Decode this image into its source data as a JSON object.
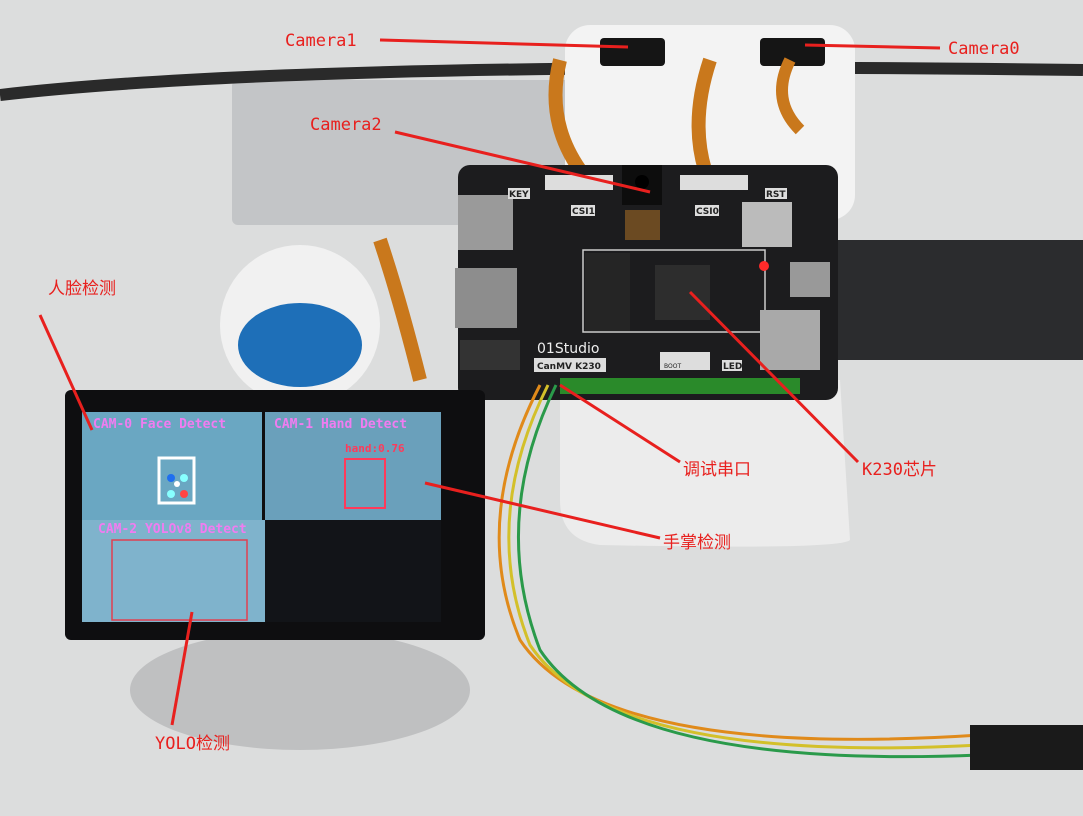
{
  "annotations": {
    "camera1": "Camera1",
    "camera0": "Camera0",
    "camera2": "Camera2",
    "face_detect": "人脸检测",
    "debug_serial": "调试串口",
    "k230_chip": "K230芯片",
    "palm_detect": "手掌检测",
    "yolo_detect": "YOLO检测"
  },
  "board": {
    "brand": "01Studio",
    "model": "CanMV K230",
    "key": "KEY",
    "rst": "RST",
    "csi1": "CSI1",
    "csi0": "CSI0",
    "boot": "BOOT",
    "led": "LED"
  },
  "screen": {
    "cam0_title": "CAM-0 Face Detect",
    "cam1_title": "CAM-1 Hand Detect",
    "cam1_score": "hand:0.76",
    "cam2_title": "CAM-2 YOLOv8 Detect"
  },
  "colors": {
    "annotation": "#e8201e",
    "overlay_text": "#f07cf0",
    "pcb": "#1c1c1e"
  }
}
